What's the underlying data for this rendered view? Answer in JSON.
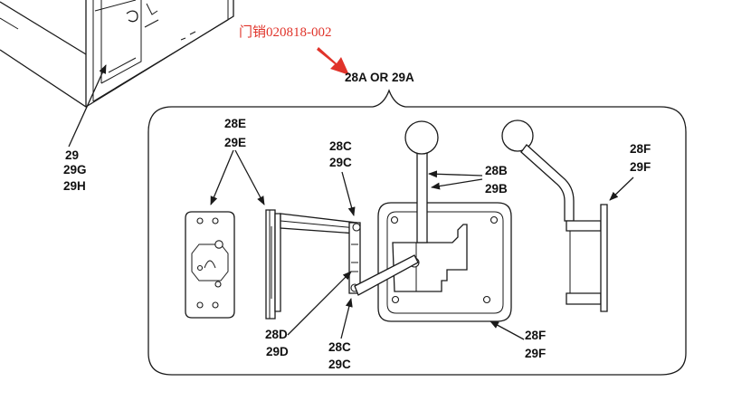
{
  "annotation": {
    "text": "门销020818-002",
    "color": "#e0332a"
  },
  "header": {
    "title": "28A OR 29A"
  },
  "labels": {
    "cabinet": [
      "29",
      "29G",
      "29H"
    ],
    "plate": [
      "28E",
      "29E"
    ],
    "link_top": [
      "28C",
      "29C"
    ],
    "handle": [
      "28B",
      "29B"
    ],
    "side_top": [
      "28F",
      "29F"
    ],
    "link_bottom_left": [
      "28D",
      "29D"
    ],
    "link_bottom": [
      "28C",
      "29C"
    ],
    "frame_bottom": [
      "28F",
      "29F"
    ]
  },
  "colors": {
    "line": "#1a1a1a",
    "text": "#111111",
    "accent": "#e0332a"
  }
}
